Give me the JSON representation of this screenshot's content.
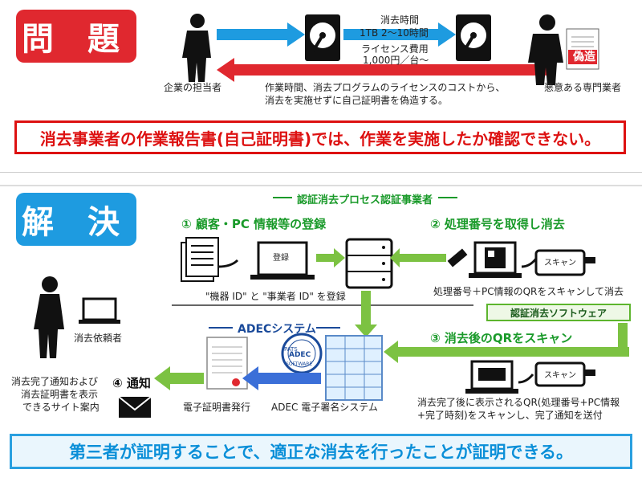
{
  "problem": {
    "badge": "問 題",
    "time_label": "消去時間",
    "time_value": "1TB 2～10時間",
    "license_label": "ライセンス費用",
    "license_value": "1,000円／台～",
    "person_left": "企業の担当者",
    "explain_line1": "作業時間、消去プログラムのライセンスのコストから、",
    "explain_line2": "消去を実施せずに自己証明書を偽造する。",
    "person_right": "悪意ある専門業者",
    "fake_stamp": "偽造",
    "banner": "消去事業者の作業報告書(自己証明書)では、作業を実施したか確認できない。"
  },
  "solution": {
    "badge": "解 決",
    "vendor_header": "認証消去プロセス認証事業者",
    "step1": "① 顧客・PC 情報等の登録",
    "login_label": "登録",
    "register_caption": "\"機器 ID\" と \"事業者 ID\" を登録",
    "step2": "② 処理番号を取得し消去",
    "scan_label": "スキャン",
    "qr_caption": "処理番号＋PC情報のQRをスキャンして消去",
    "software_label": "認証消去ソフトウェア",
    "step3": "③ 消去後のQRをスキャン",
    "adec_header": "ADECシステム",
    "requester": "消去依頼者",
    "notify_line1": "消去完了通知および",
    "notify_line2": "消去証明書を表示",
    "notify_line3": "できるサイト案内",
    "step4": "④ 通知",
    "cert_issue": "電子証明書発行",
    "adec_signature": "ADEC 電子署名システム",
    "after_line1": "消去完了後に表示されるQR(処理番号+PC情報",
    "after_line2": "+完了時刻)をスキャンし、完了通知を送付",
    "seal_top": "PATS",
    "seal_mid": "ADEC",
    "seal_bottom": "SOFTWARE",
    "banner": "第三者が証明することで、適正な消去を行ったことが証明できる。"
  },
  "colors": {
    "red": "#e0282f",
    "blue": "#1e9be0",
    "green": "#7cc242"
  }
}
